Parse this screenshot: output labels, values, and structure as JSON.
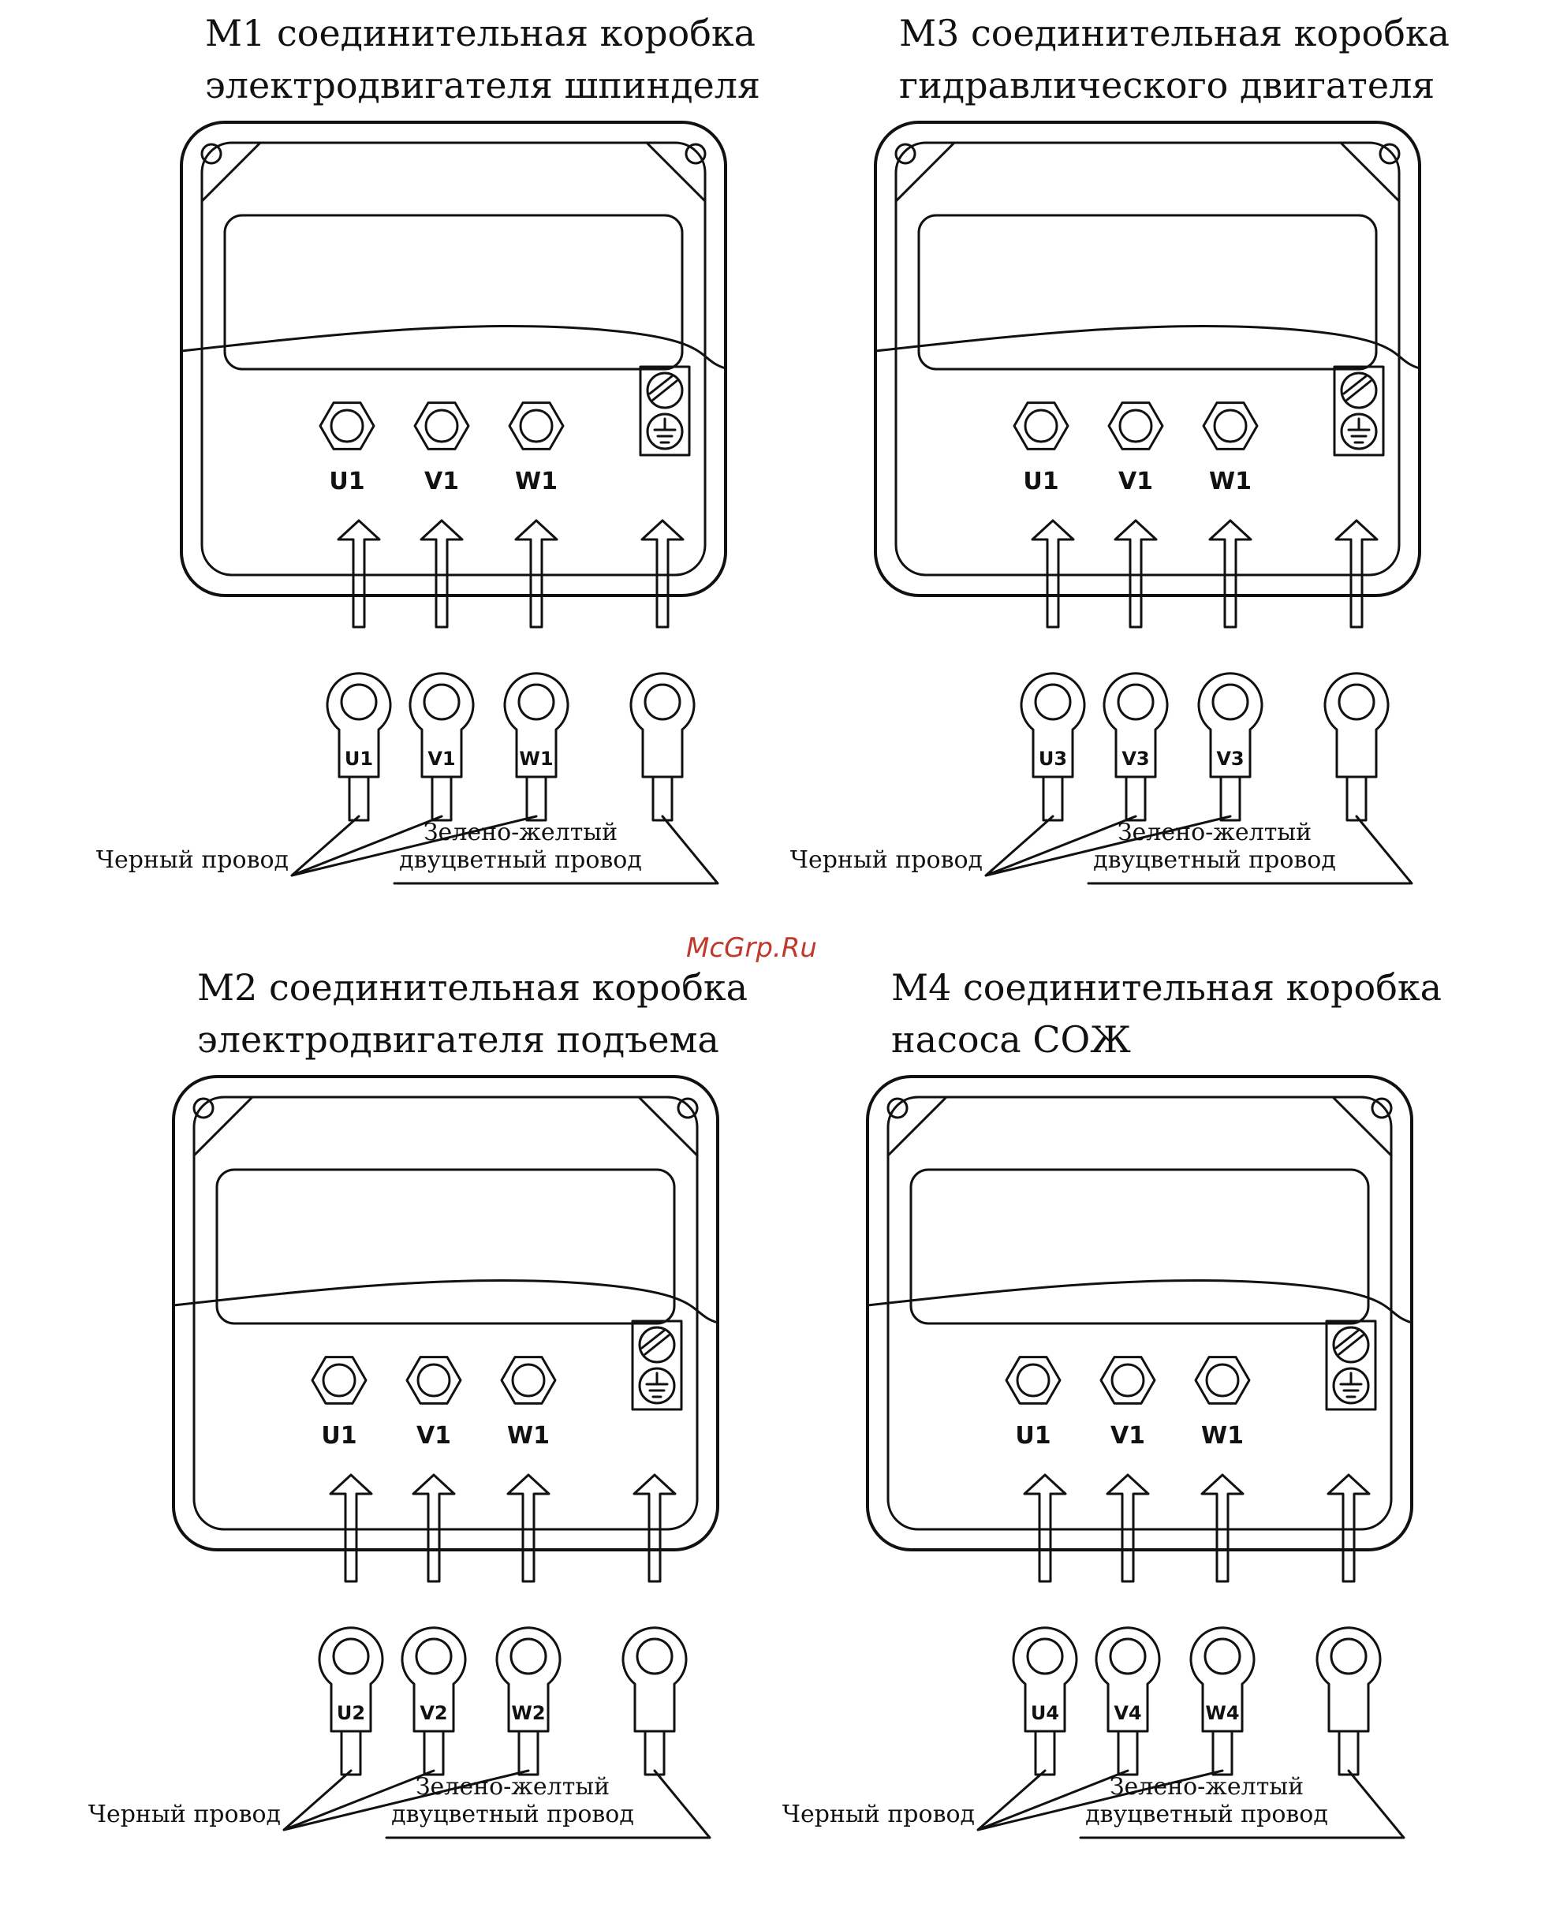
{
  "watermark": "McGrp.Ru",
  "panels": [
    {
      "id": "m1",
      "title_line1": "M1 соединительная коробка",
      "title_line2": "электродвигателя шпинделя",
      "terminals": [
        "U1",
        "V1",
        "W1"
      ],
      "lugs": [
        "U1",
        "V1",
        "W1",
        ""
      ],
      "black_wire": "Черный провод",
      "ground_wire_line1": "Зелено-желтый",
      "ground_wire_line2": "двуцветный провод"
    },
    {
      "id": "m3",
      "title_line1": "M3 соединительная коробка",
      "title_line2": "гидравлического двигателя",
      "terminals": [
        "U1",
        "V1",
        "W1"
      ],
      "lugs": [
        "U3",
        "V3",
        "V3",
        ""
      ],
      "black_wire": "Черный провод",
      "ground_wire_line1": "Зелено-желтый",
      "ground_wire_line2": "двуцветный провод"
    },
    {
      "id": "m2",
      "title_line1": "M2 соединительная коробка",
      "title_line2": "электродвигателя подъема",
      "terminals": [
        "U1",
        "V1",
        "W1"
      ],
      "lugs": [
        "U2",
        "V2",
        "W2",
        ""
      ],
      "black_wire": "Черный провод",
      "ground_wire_line1": "Зелено-желтый",
      "ground_wire_line2": "двуцветный провод"
    },
    {
      "id": "m4",
      "title_line1": "M4 соединительная коробка",
      "title_line2": "насоса СОЖ",
      "terminals": [
        "U1",
        "V1",
        "W1"
      ],
      "lugs": [
        "U4",
        "V4",
        "W4",
        ""
      ],
      "black_wire": "Черный провод",
      "ground_wire_line1": "Зелено-желтый",
      "ground_wire_line2": "двуцветный провод"
    }
  ]
}
